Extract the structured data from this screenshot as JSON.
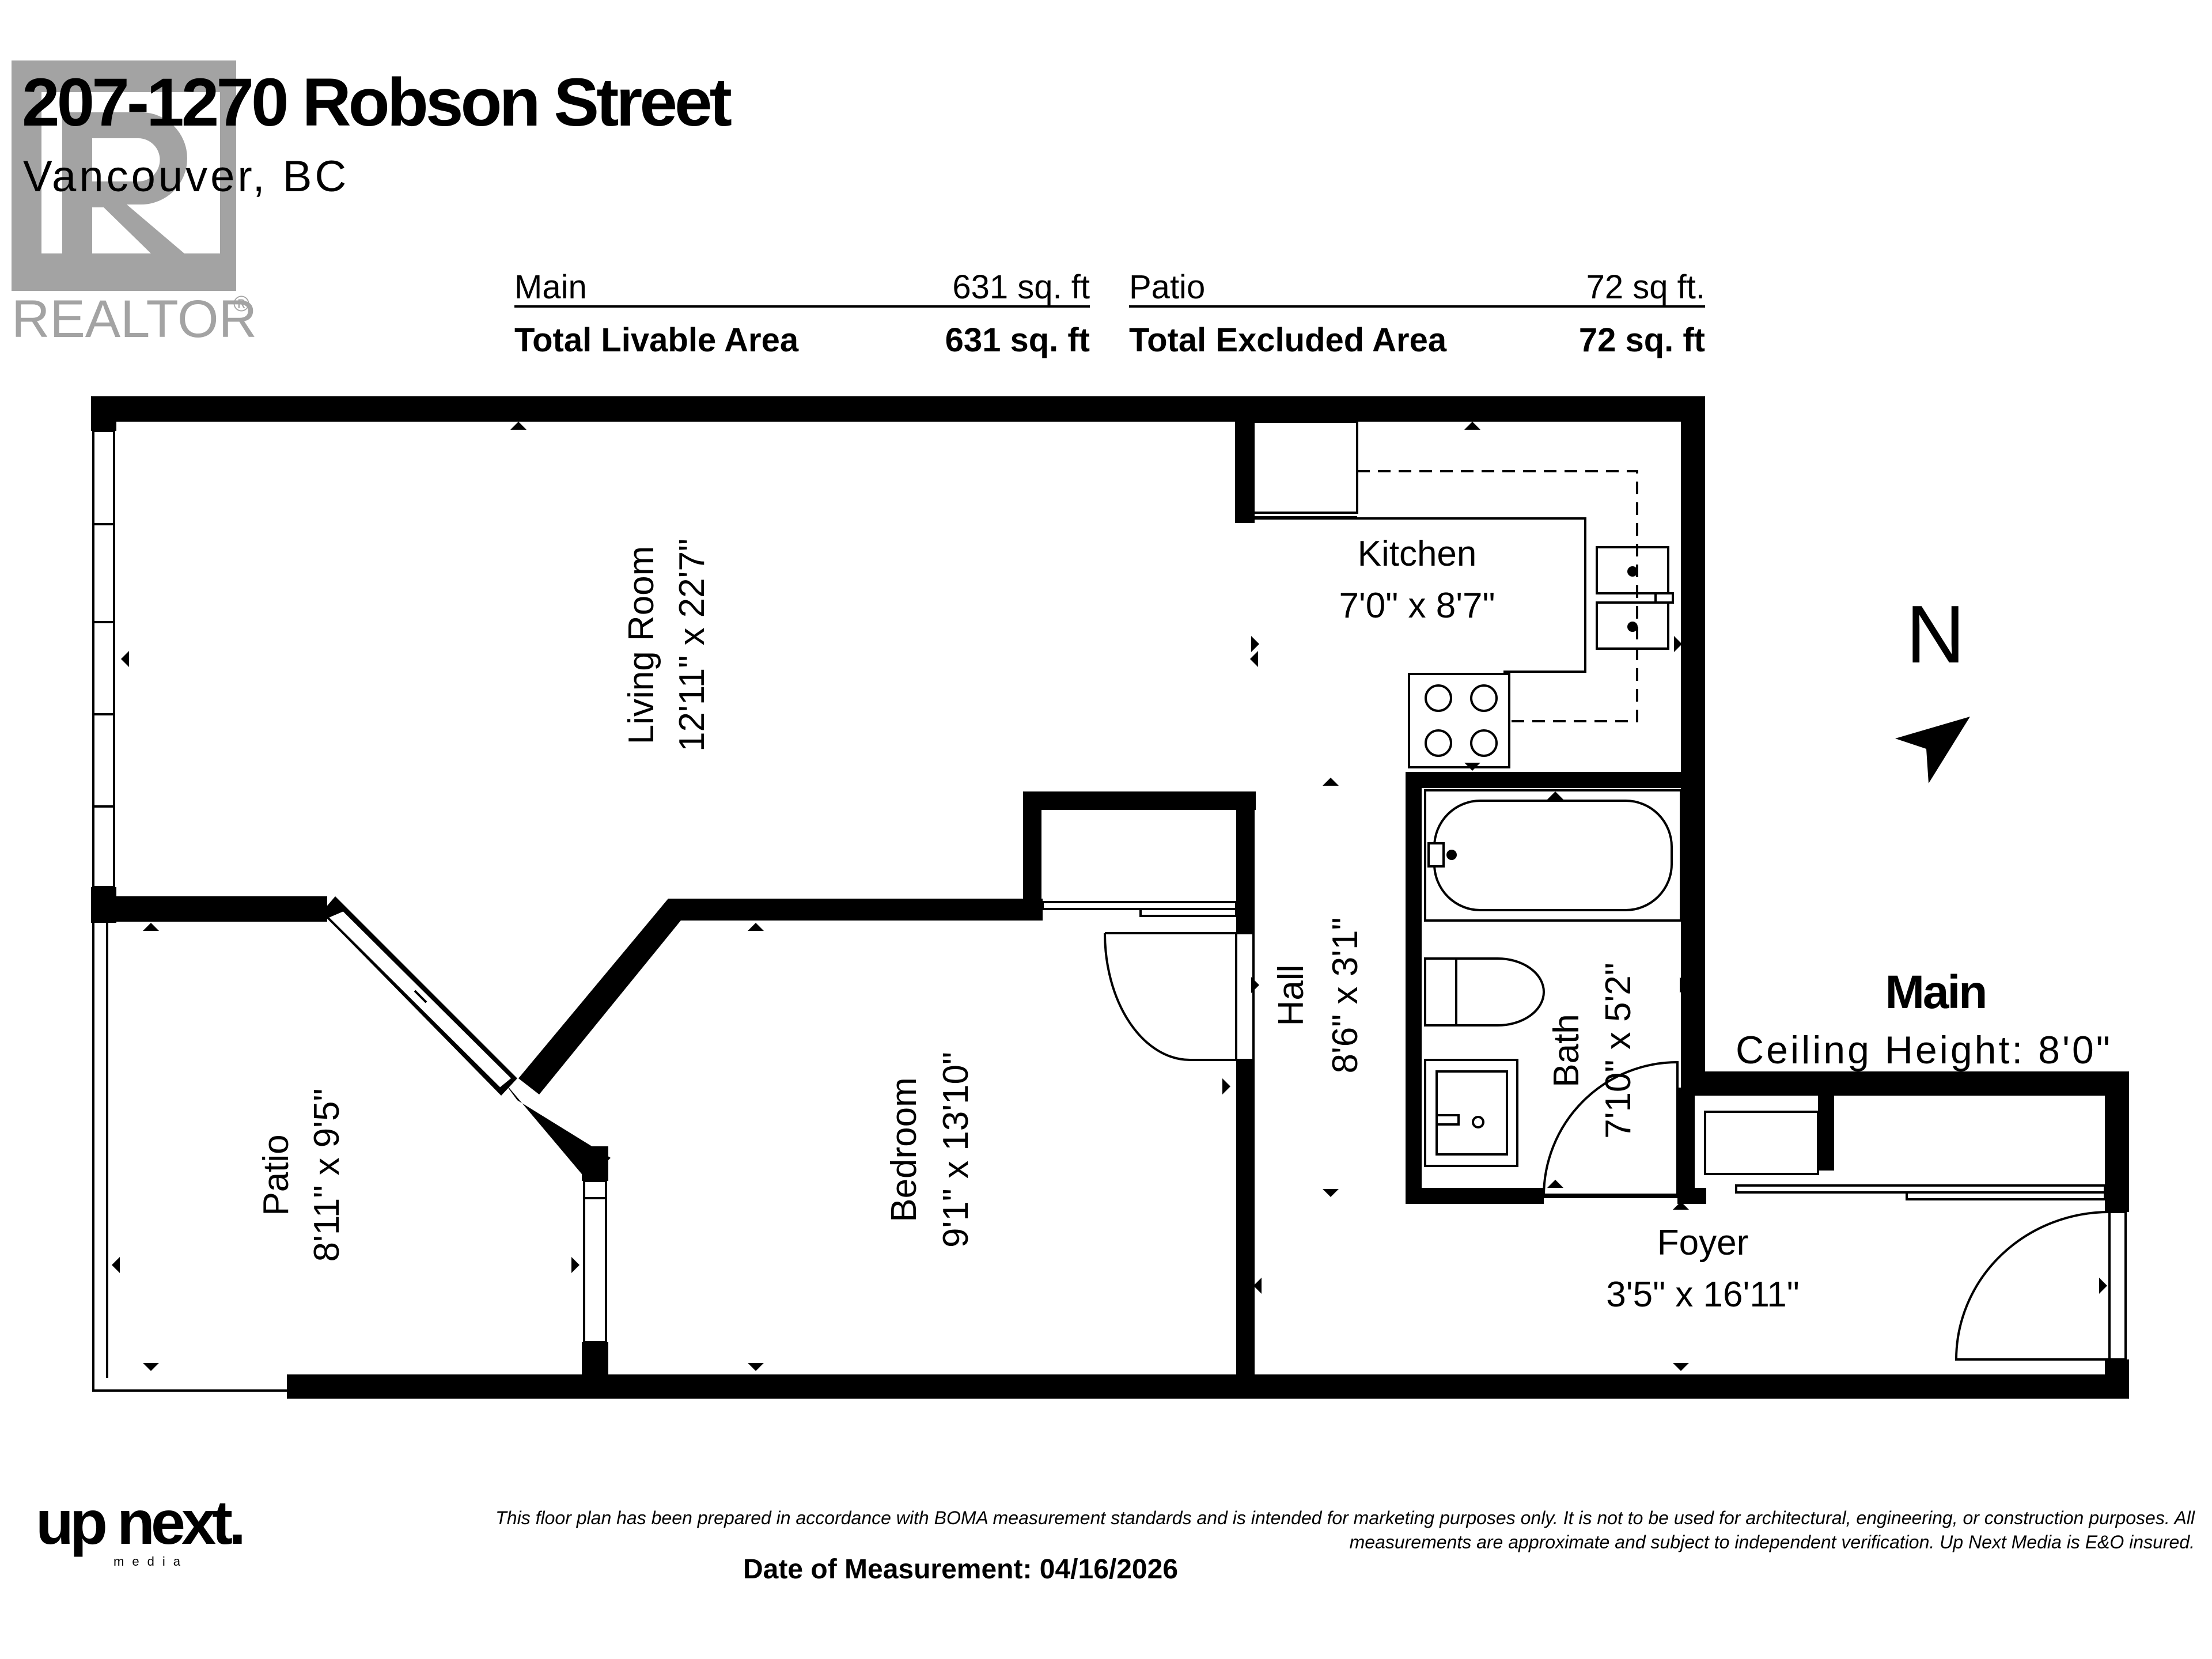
{
  "header": {
    "address": "207-1270 Robson Street",
    "city": "Vancouver, BC"
  },
  "realtor_logo": {
    "text": "REALTOR",
    "mark": "®"
  },
  "areas": {
    "main_label": "Main",
    "main_value": "631 sq. ft",
    "patio_label": "Patio",
    "patio_value": "72 sq ft.",
    "livable_label": "Total Livable Area",
    "livable_value": "631 sq. ft",
    "excluded_label": "Total Excluded Area",
    "excluded_value": "72 sq. ft"
  },
  "rooms": {
    "living": {
      "name": "Living Room",
      "dims": "12'11\" x 22'7\""
    },
    "kitchen": {
      "name": "Kitchen",
      "dims": "7'0\" x 8'7\""
    },
    "hall": {
      "name": "Hall",
      "dims": "8'6\" x 3'1\""
    },
    "bath": {
      "name": "Bath",
      "dims": "7'10\" x 5'2\""
    },
    "bedroom": {
      "name": "Bedroom",
      "dims": "9'1\" x 13'10\""
    },
    "patio": {
      "name": "Patio",
      "dims": "8'11\" x 9'5\""
    },
    "foyer": {
      "name": "Foyer",
      "dims": "3'5\" x 16'11\""
    }
  },
  "compass": {
    "label": "N"
  },
  "floor_info": {
    "level": "Main",
    "ceiling": "Ceiling Height: 8'0\""
  },
  "footer": {
    "brand": "up next.",
    "brand_sub": "media",
    "disclaimer_line1": "This floor plan has been prepared in accordance with BOMA measurement standards and is intended for marketing purposes only. It is not to be used for architectural, engineering, or construction purposes. All",
    "disclaimer_line2": "measurements are approximate and subject to independent verification. Up Next Media is E&O insured.",
    "date": "Date of Measurement: 04/16/2026"
  }
}
